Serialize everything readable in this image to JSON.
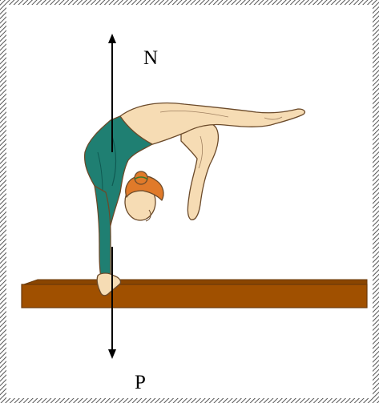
{
  "labels": {
    "normal_force": "N",
    "weight": "P"
  },
  "colors": {
    "background": "#ffffff",
    "border_hatch": "#555555",
    "beam_body": "#a05000",
    "beam_edge": "#6b3a0a",
    "beam_top": "#8a4500",
    "leotard": "#1f7f72",
    "leotard_shade": "#0f5a52",
    "skin": "#f6dcb4",
    "skin_line": "#6b4a2a",
    "hair": "#e07a2a",
    "arrow": "#000000"
  },
  "icons": {
    "border": "hatched-frame",
    "figure": "gymnast-handstand-on-balance-beam",
    "vector_up": "arrow-up",
    "vector_down": "arrow-down"
  }
}
